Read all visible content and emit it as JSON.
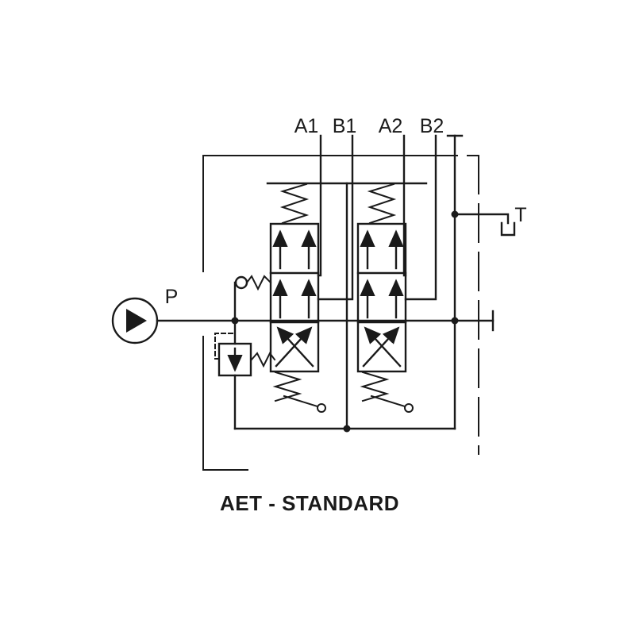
{
  "diagram": {
    "caption": "AET - STANDARD",
    "ports": {
      "a1": "A1",
      "b1": "B1",
      "a2": "A2",
      "b2": "B2"
    },
    "pump_label": "P",
    "tank_label": "T",
    "icons": {
      "pump": "hydraulic-pump-circle-with-flow-triangle",
      "tank": "open-tank-symbol",
      "relief_valve": "pilot-operated-relief-valve",
      "check_valve": "spring-loaded-check-valve",
      "valve_section": "4-3-directional-spool-valve-with-spring-return-and-lever"
    },
    "colors": {
      "line": "#1a1a1a",
      "background": "#ffffff"
    }
  }
}
